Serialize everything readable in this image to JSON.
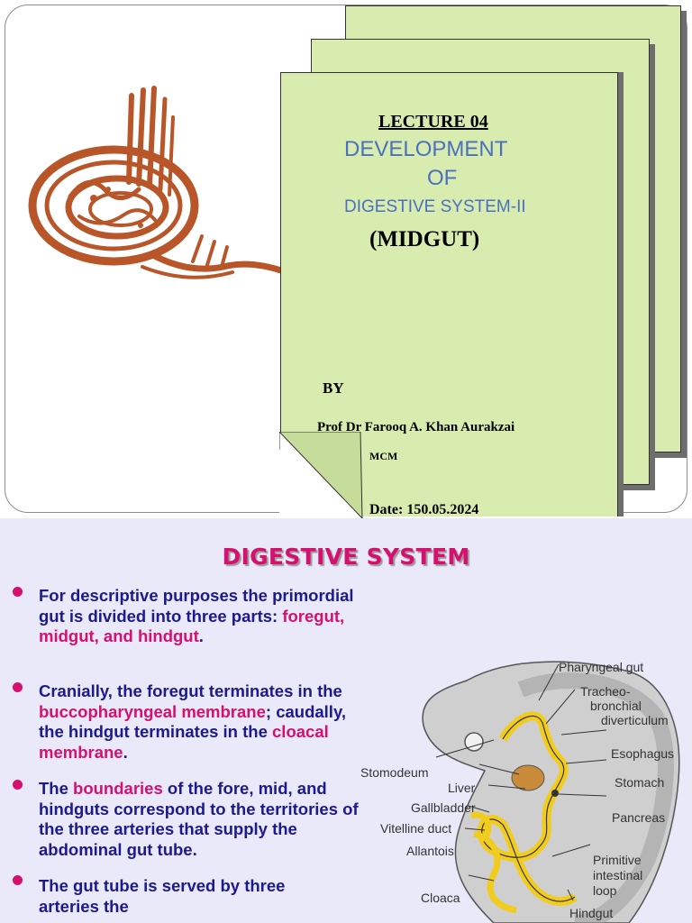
{
  "slide1": {
    "lecture": "LECTURE 04",
    "title_line1": "DEVELOPMENT",
    "title_line2": "OF",
    "title_line3": "DIGESTIVE SYSTEM-II",
    "subtitle": "(MIDGUT)",
    "by": "BY",
    "author": "Prof Dr Farooq A. Khan Aurakzai",
    "credential": "MCM",
    "date": "Date: 150.05.2024",
    "calligraphy_color": "#b8562a",
    "page_color": "#d9ecb0"
  },
  "slide2": {
    "title": "DIGESTIVE SYSTEM",
    "bullets": [
      {
        "parts": [
          "For descriptive purposes the primordial gut is divided into three parts: ",
          "foregut, midgut, and hindgut",
          "."
        ]
      },
      {
        "parts": [
          "Cranially, the foregut terminates in the ",
          "buccopharyngeal membrane",
          "; caudally, the hindgut terminates in the ",
          "cloacal membrane",
          "."
        ]
      },
      {
        "parts": [
          "The ",
          "boundaries",
          " of the fore, mid, and hindguts correspond to the territories of the three arteries that supply the abdominal gut tube."
        ]
      },
      {
        "parts": [
          "The gut tube is served by three arteries the"
        ]
      }
    ],
    "diagram_labels": {
      "pharyngeal_gut": "Pharyngeal gut",
      "tracheo_1": "Tracheo-",
      "tracheo_2": "bronchial",
      "tracheo_3": "diverticulum",
      "esophagus": "Esophagus",
      "stomodeum": "Stomodeum",
      "stomach": "Stomach",
      "liver": "Liver",
      "gallbladder": "Gallbladder",
      "pancreas": "Pancreas",
      "vitelline_duct": "Vitelline duct",
      "allantois": "Allantois",
      "primitive_1": "Primitive",
      "primitive_2": "intestinal",
      "primitive_3": "loop",
      "cloaca": "Cloaca",
      "hindgut": "Hindgut"
    },
    "colors": {
      "accent": "#d6106e",
      "text": "#1c1a8c",
      "background": "#e9e9f9",
      "gut": "#f2cc1c"
    }
  }
}
